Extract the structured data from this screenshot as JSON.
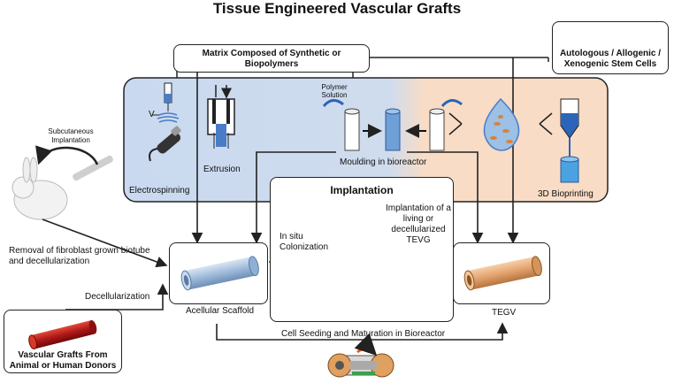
{
  "title": "Tissue Engineered Vascular Grafts",
  "matrix": "Matrix Composed of Synthetic or Biopolymers",
  "stem_cells": "Autologous / Allogenic / Xenogenic Stem Cells",
  "subcutaneous": "Subcutaneous Implantation",
  "v_label": "V",
  "electrospinning": "Electrospinning",
  "extrusion": "Extrusion",
  "polymer_solution": "Polymer Solution",
  "moulding": "Moulding in bioreactor",
  "bioprinting": "3D Bioprinting",
  "implantation": "Implantation",
  "in_situ": "In situ Colonization",
  "implantation_living": "Implantation of a living or decellularized TEVG",
  "removal": "Removal of fibroblast grown biotube and decellularization",
  "decellularization": "Decellularization",
  "acellular": "Acellular Scaffold",
  "tegv": "TEGV",
  "cell_seeding": "Cell Seeding and Maturation in Bioreactor",
  "donor_grafts": "Vascular Grafts From Animal or Human Donors",
  "colors": {
    "blue_panel": "#c9d9ef",
    "orange_panel": "#f8dcc6",
    "scaffold": "#a9c3df",
    "tegv": "#e5aa7a",
    "graft": "#b01818"
  }
}
